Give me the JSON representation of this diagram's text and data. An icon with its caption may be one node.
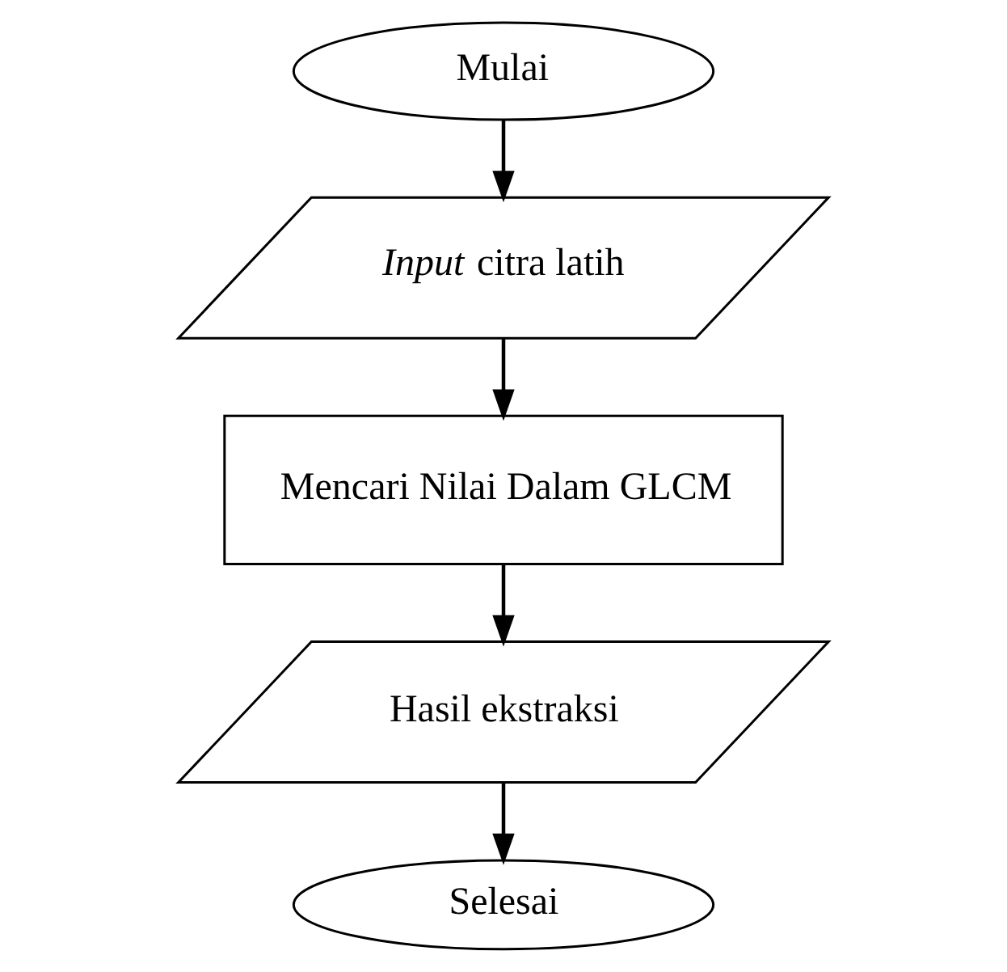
{
  "diagram": {
    "nodes": [
      {
        "text": [
          "Mulai"
        ]
      },
      {
        "text": [
          "*Input* citra latih"
        ]
      },
      {
        "text": [
          "Mencari Nilai Dalam GLCM"
        ]
      },
      {
        "text": [
          "Hasil ekstraksi"
        ]
      },
      {
        "text": [
          "Selesai"
        ]
      }
    ],
    "edges": [
      {
        "from": 0,
        "to": 1,
        "arrow": "to"
      },
      {
        "from": 1,
        "to": 2,
        "arrow": "to"
      },
      {
        "from": 2,
        "to": 3,
        "arrow": "to"
      },
      {
        "from": 3,
        "to": 4,
        "arrow": "to"
      }
    ]
  }
}
